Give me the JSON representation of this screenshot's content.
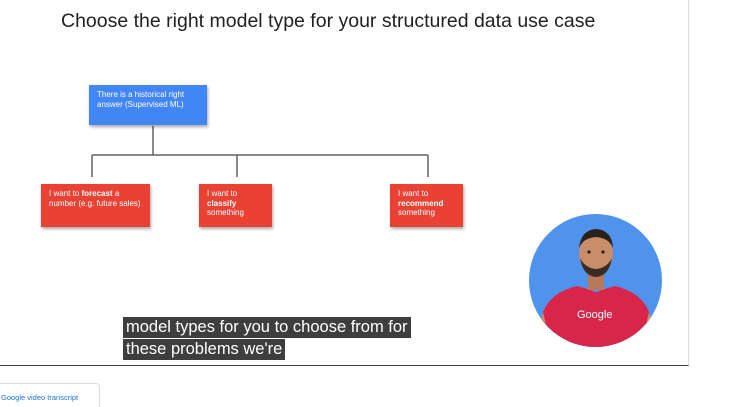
{
  "slide": {
    "title": "Choose the right model type for your structured data use case",
    "root_node": {
      "text": "There is a historical right answer (Supervised ML)",
      "color": "#4285f4"
    },
    "leaf_nodes": [
      {
        "prefix": "I want to ",
        "emphasis": "forecast",
        "suffix": " a number (e.g. future sales)",
        "color": "#e94235"
      },
      {
        "prefix": "I want to ",
        "emphasis": "classify",
        "suffix": " something",
        "color": "#e94235"
      },
      {
        "prefix": "I want to ",
        "emphasis": "recommend",
        "suffix": " something",
        "color": "#e94235"
      }
    ]
  },
  "presenter": {
    "shirt_logo": "Google",
    "circle_color": "#4f93ec",
    "shirt_color": "#d8264a"
  },
  "captions": {
    "line1": "model types for you to choose from for",
    "line2": "these problems we're"
  },
  "transcript_button": {
    "label": "Google video transcript"
  }
}
